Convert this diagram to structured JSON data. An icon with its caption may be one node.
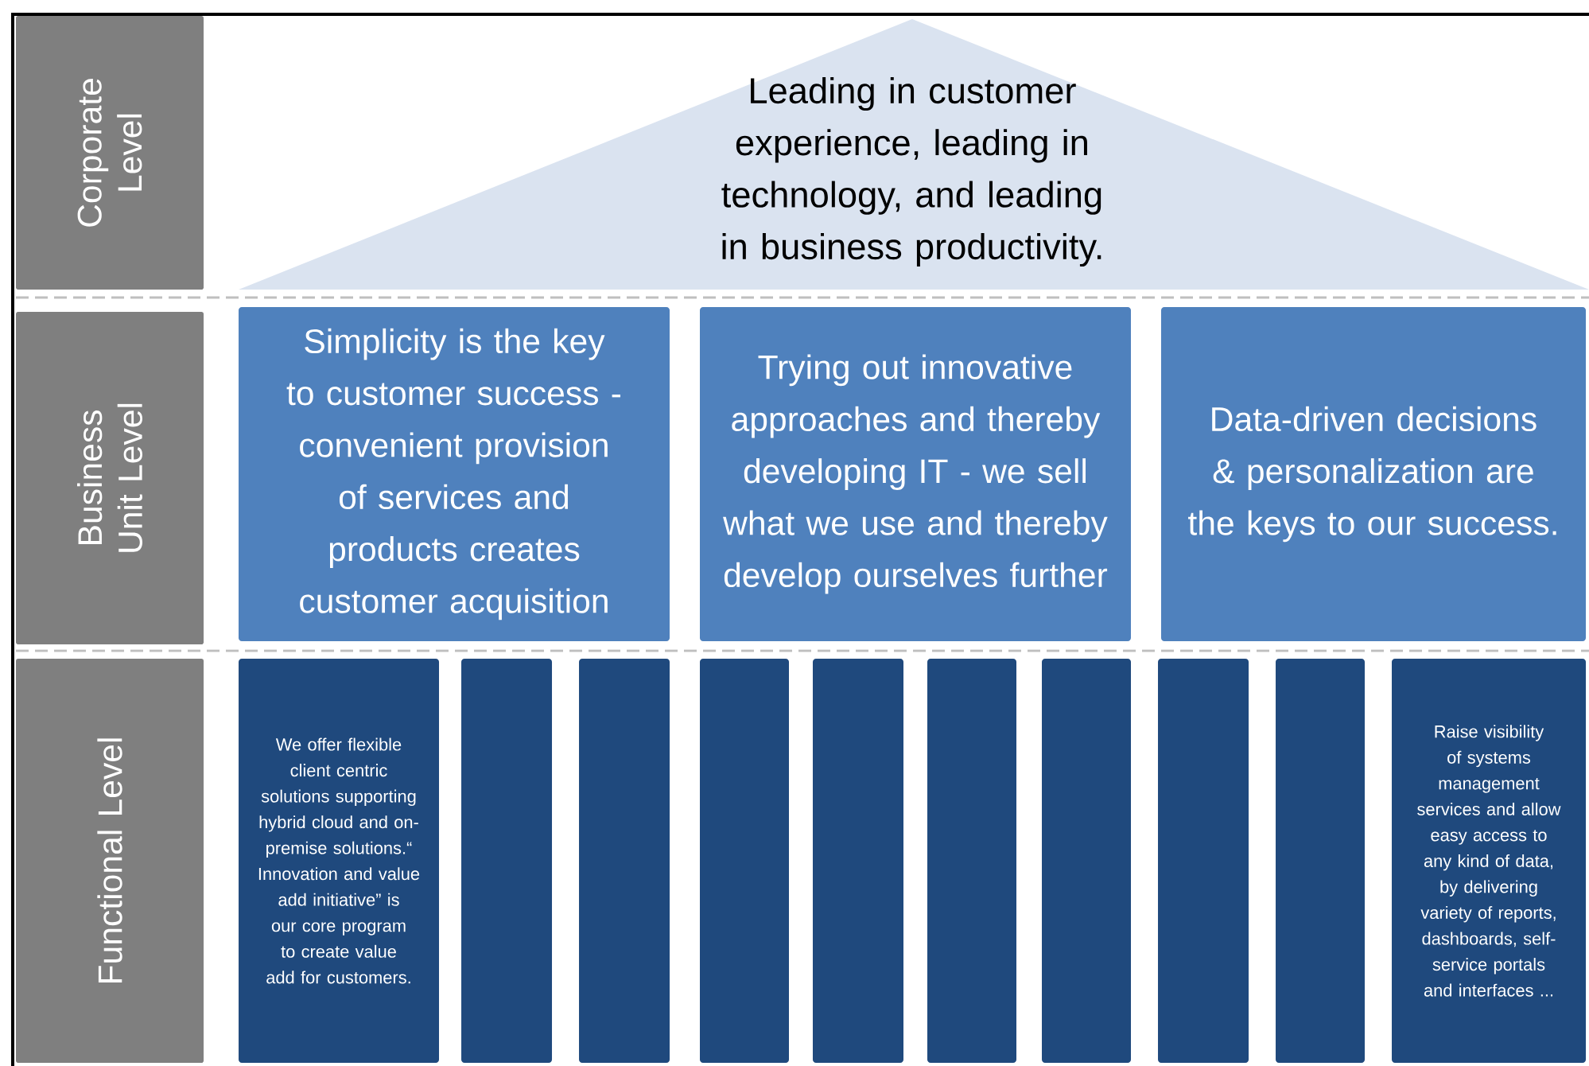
{
  "diagram": {
    "nodes": [
      {
        "text": [
          "Corporate Level"
        ]
      },
      {
        "text": [
          "Business Unit Level"
        ]
      },
      {
        "text": [
          "Functional Level"
        ]
      },
      {
        "text": [
          "Leading in customer experience, leading in technology, and leading in business productivity."
        ]
      },
      {
        "text": [
          "Simplicity is the key to customer success - convenient provision of services and products creates customer acquisition"
        ]
      },
      {
        "text": [
          "Trying out innovative approaches and thereby developing IT - we sell what we use and thereby develop ourselves further"
        ]
      },
      {
        "text": [
          "Data-driven decisions & personalization are the keys to our success."
        ]
      },
      {
        "text": [
          "We offer flexible client centric solutions supporting hybrid cloud and on-premise solutions.“ Innovation and value add initiative” is our core program to create value add for customers."
        ]
      },
      {
        "text": [],
        "shape": "bar"
      },
      {
        "text": [],
        "shape": "bar"
      },
      {
        "text": [],
        "shape": "bar"
      },
      {
        "text": [],
        "shape": "bar"
      },
      {
        "text": [],
        "shape": "bar"
      },
      {
        "text": [],
        "shape": "bar"
      },
      {
        "text": [],
        "shape": "bar"
      },
      {
        "text": [],
        "shape": "bar"
      },
      {
        "text": [
          "Raise visibility of systems management services and allow easy access to any kind of data, by delivering variety of reports, dashboards, self-service portals and interfaces ..."
        ]
      }
    ]
  }
}
